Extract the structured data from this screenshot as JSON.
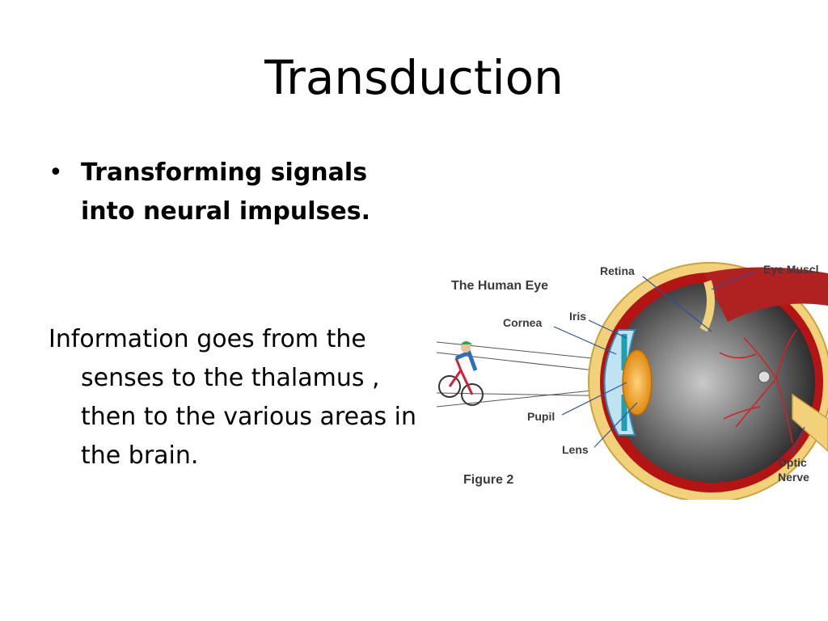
{
  "slide": {
    "title": "Transduction",
    "bullet": "Transforming signals into neural impulses.",
    "paragraph": "Information goes from the senses to the thalamus , then to the various areas in the brain."
  },
  "figure": {
    "title": "The Human Eye",
    "caption": "Figure 2",
    "labels": {
      "retina": "Retina",
      "eye_muscle": "Eye Muscl",
      "iris": "Iris",
      "cornea": "Cornea",
      "pupil": "Pupil",
      "lens": "Lens",
      "optic_line1": "Optic",
      "optic_line2": "Nerve"
    },
    "colors": {
      "sclera": "#f1d27a",
      "choroid": "#b41414",
      "lens": "#f0a21c",
      "cornea": "#7ec8e3",
      "vitreous": "#3a3a3a"
    }
  }
}
